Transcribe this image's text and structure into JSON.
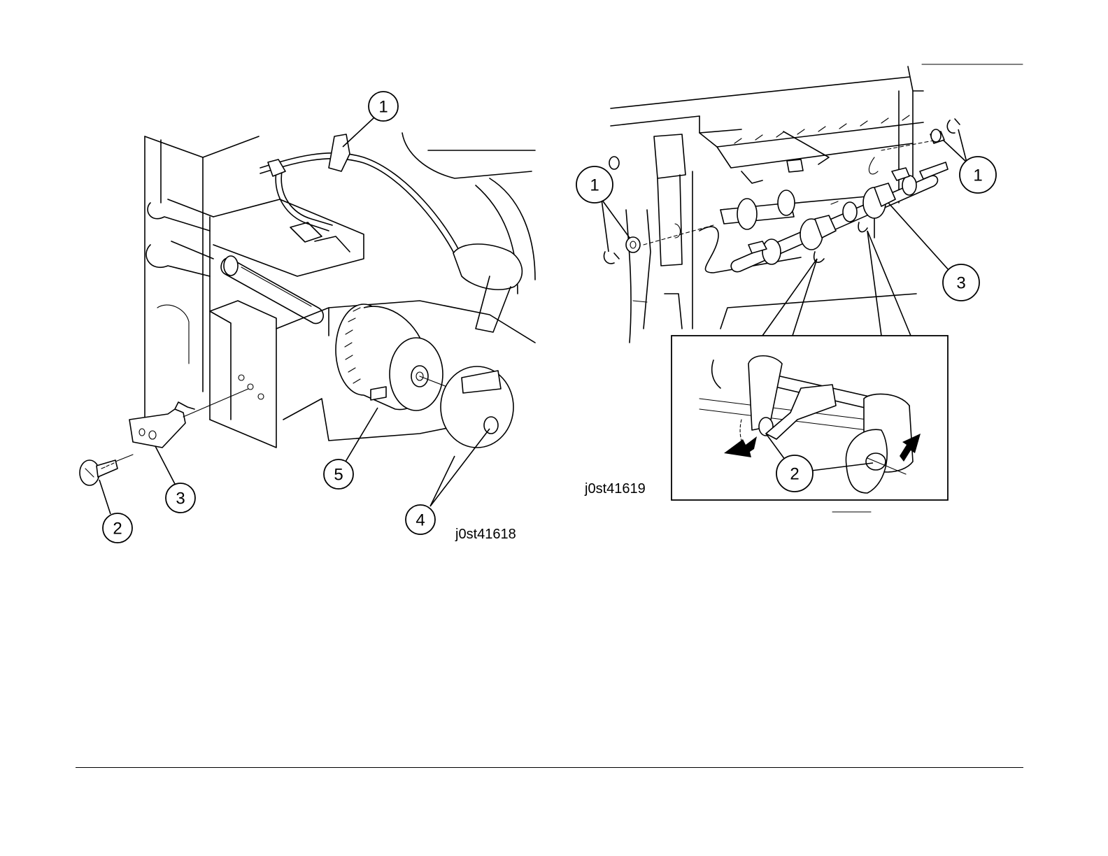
{
  "figures": [
    {
      "id": "j0st41618",
      "callouts": [
        "1",
        "2",
        "3",
        "4",
        "5"
      ]
    },
    {
      "id": "j0st41619",
      "callouts": [
        "1",
        "1",
        "2",
        "3"
      ]
    }
  ]
}
